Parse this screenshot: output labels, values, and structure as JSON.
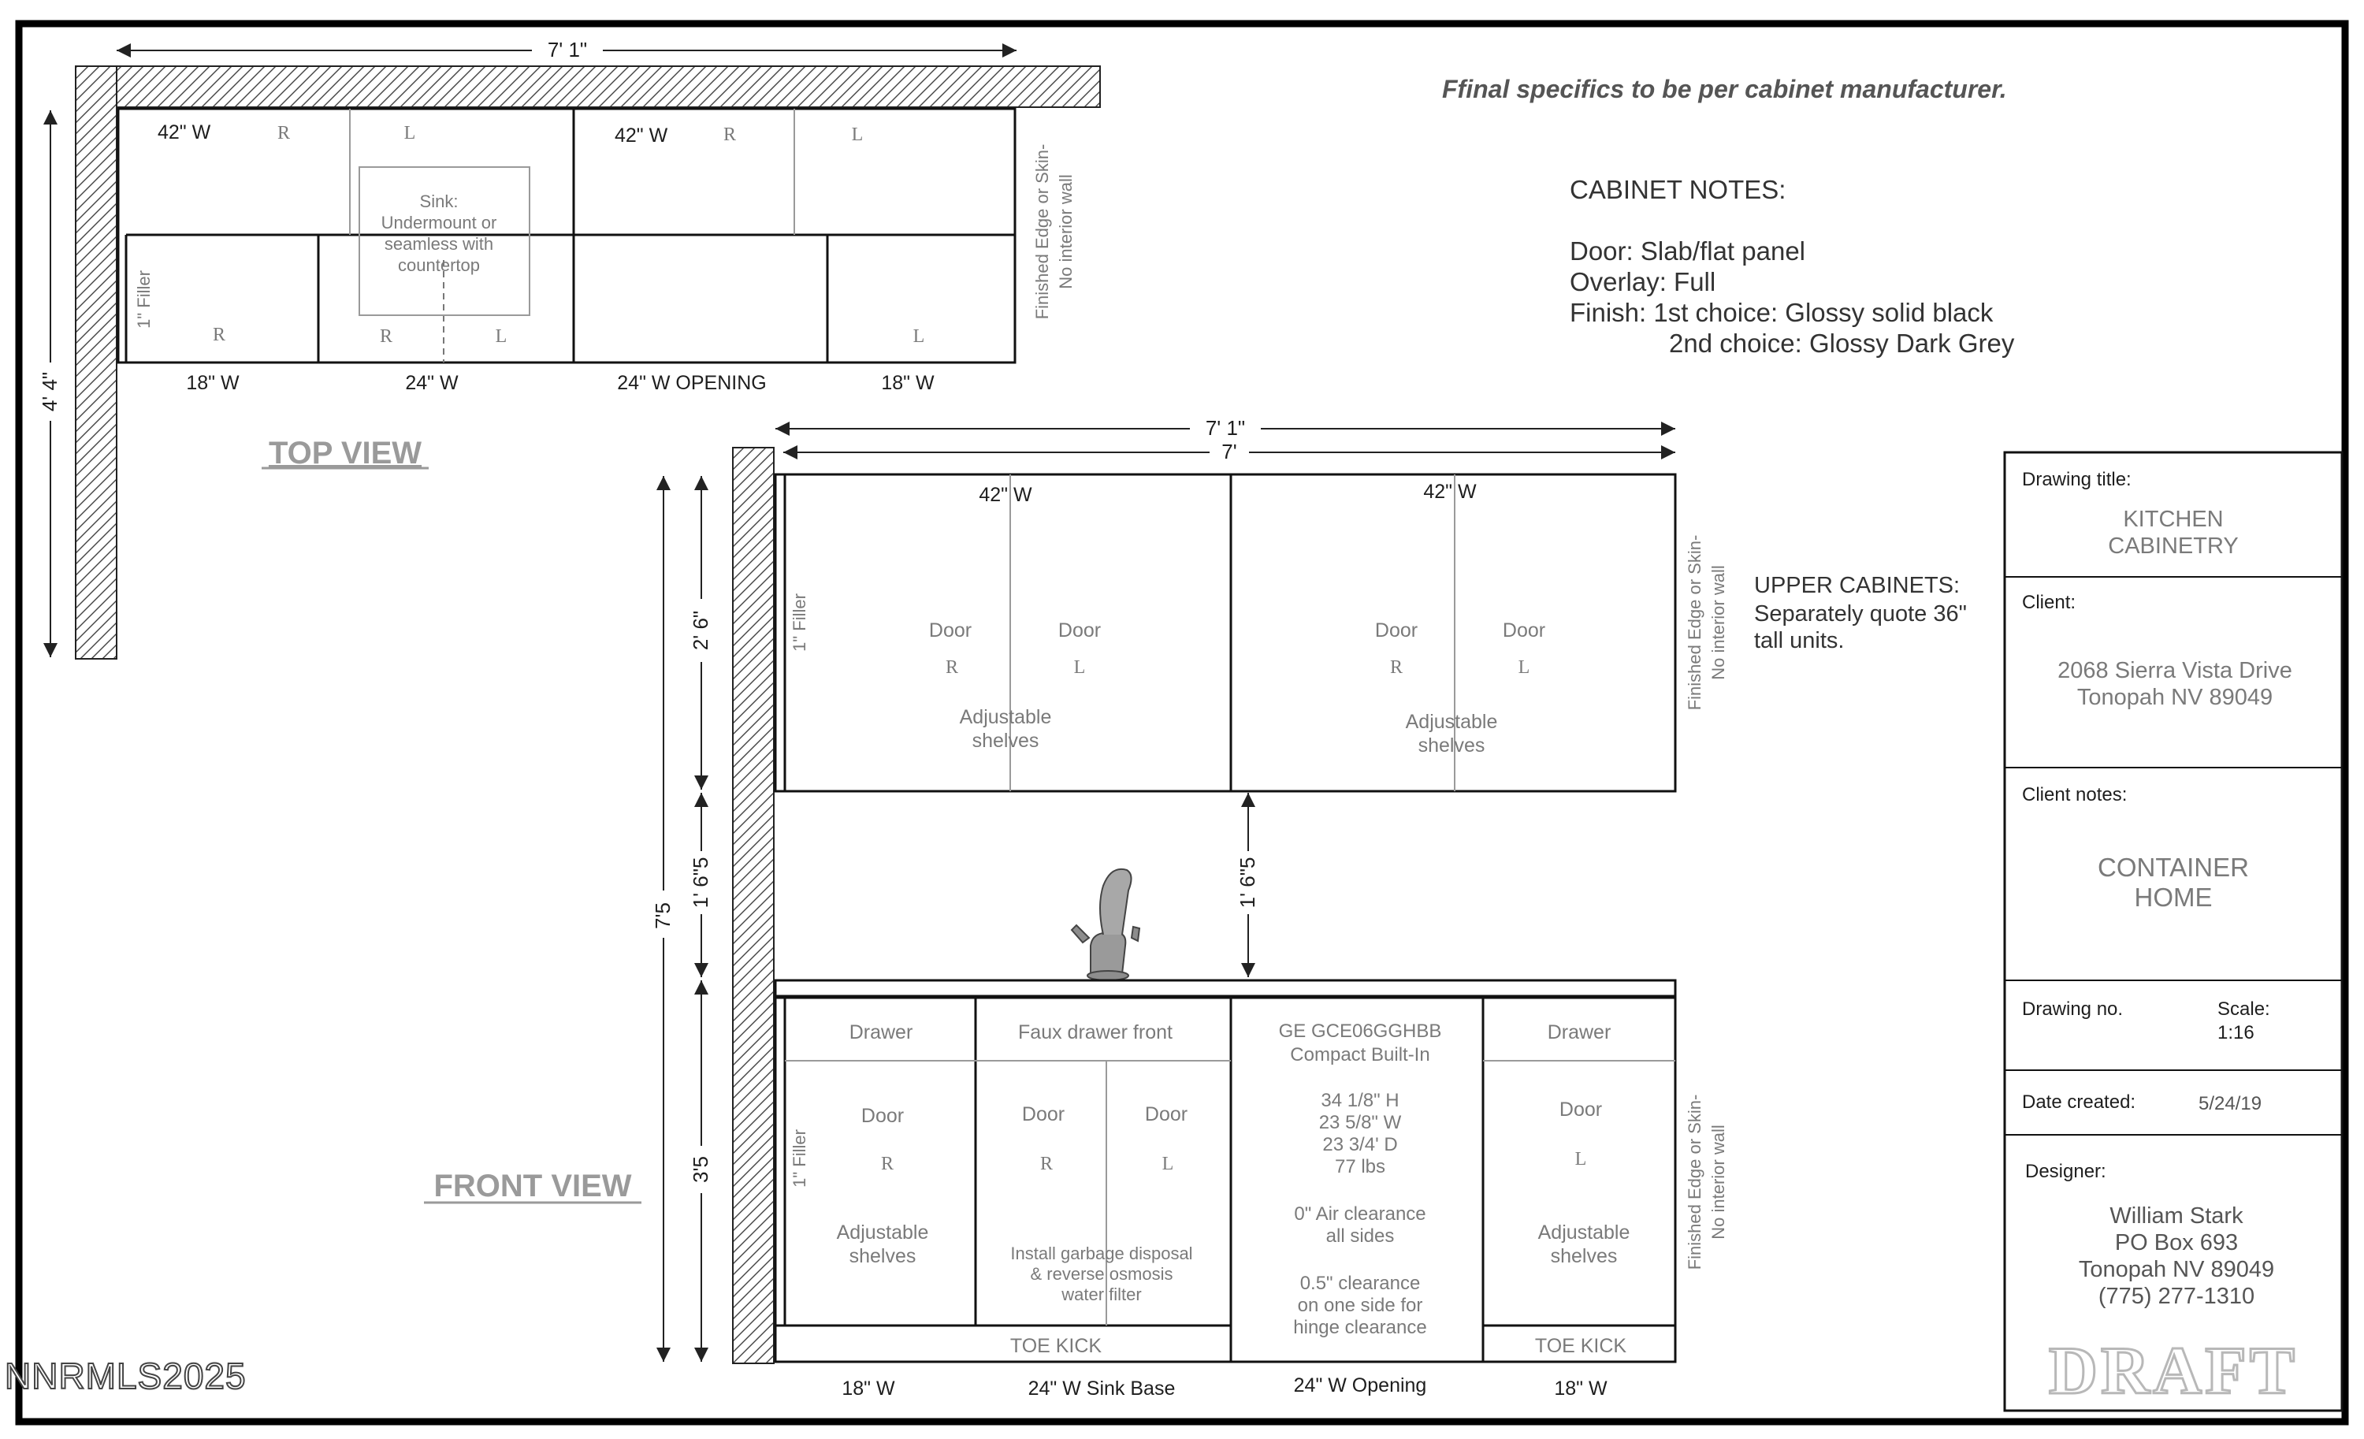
{
  "header_note": "Ffinal specifics to be per cabinet manufacturer.",
  "cabinet_notes": {
    "title": "CABINET NOTES:",
    "lines": [
      "Door: Slab/flat panel",
      "Overlay: Full",
      "Finish: 1st choice: Glossy solid black",
      "2nd choice: Glossy Dark Grey"
    ]
  },
  "upper_note": {
    "line1": "UPPER CABINETS:",
    "line2": "Separately quote 36\"",
    "line3": "tall units."
  },
  "top_view": {
    "title": "TOP VIEW",
    "dim_total_width": "7' 1\"",
    "dim_depth": "4' 4\"",
    "upper_widths": [
      "42\" W",
      "42\" W"
    ],
    "sink_label": [
      "Sink:",
      "Undermount or",
      "seamless with",
      "countertop"
    ],
    "filler": "1\" Filler",
    "finished_edge": [
      "Finished Edge or Skin-",
      "No interior wall"
    ],
    "base_widths": [
      "18\" W",
      "24\" W",
      "24\" W OPENING",
      "18\" W"
    ],
    "hinge_R": "R",
    "hinge_L": "L"
  },
  "front_view": {
    "title": "FRONT VIEW",
    "dim_overall": "7' 1\"",
    "dim_inner": "7'",
    "dim_total_height": "7'5",
    "dim_upper_height": "2' 6\"",
    "dim_gap": "1' 6\"5",
    "dim_gap_right": "1' 6\"5",
    "dim_base_height": "3'5",
    "upper_widths": [
      "42\" W",
      "42\" W"
    ],
    "door": "Door",
    "adjustable": [
      "Adjustable",
      "shelves"
    ],
    "filler": "1\" Filler",
    "finished_edge": [
      "Finished Edge or Skin-",
      "No interior wall"
    ],
    "drawer": "Drawer",
    "faux_drawer": "Faux drawer front",
    "disposal_note": [
      "Install garbage disposal",
      "& reverse osmosis",
      "water filter"
    ],
    "appliance": [
      "GE GCE06GGHBB",
      "Compact Built-In"
    ],
    "appliance_dims": [
      "34 1/8\" H",
      "23 5/8\" W",
      "23 3/4' D",
      "77 lbs"
    ],
    "clearance_air": [
      "0\" Air clearance",
      "all sides"
    ],
    "clearance_hinge": [
      "0.5\" clearance",
      "on one side for",
      "hinge clearance"
    ],
    "toe_kick": "TOE KICK",
    "base_widths": [
      "18\" W",
      "24\" W Sink Base",
      "24\" W Opening",
      "18\" W"
    ]
  },
  "title_block": {
    "drawing_title_label": "Drawing title:",
    "drawing_title": [
      "KITCHEN",
      "CABINETRY"
    ],
    "client_label": "Client:",
    "client_address": [
      "2068 Sierra Vista Drive",
      "Tonopah NV 89049"
    ],
    "client_notes_label": "Client notes:",
    "client_notes": [
      "CONTAINER",
      "HOME"
    ],
    "drawing_no_label": "Drawing no.",
    "scale_label": "Scale:",
    "scale_value": "1:16",
    "date_label": "Date created:",
    "date_value": "5/24/19",
    "designer_label": "Designer:",
    "designer_lines": [
      "William Stark",
      "PO Box 693",
      "Tonopah NV 89049",
      "(775) 277-1310"
    ],
    "stamp": "DRAFT"
  },
  "watermark": "NNRMLS2025"
}
